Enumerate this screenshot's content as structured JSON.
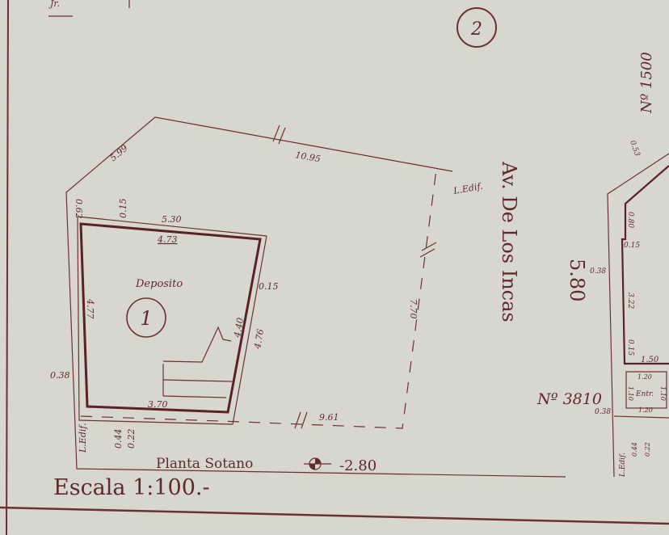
{
  "plan": {
    "corner_label_top_left": "Jr.",
    "circle_label_2": "2",
    "street_name": "Av. De Los Incas",
    "street_width": "5.80",
    "street_number": "Nº 3810",
    "neighbor_number": "Nº 1500",
    "room_name": "Deposito",
    "room_number": "1",
    "line_label": "L.Edif.",
    "plan_title": "Planta Sotano",
    "level": "-2.80",
    "scale": "Escala 1:100.-",
    "entrance_label": "Entr.",
    "dimensions": {
      "top_long": "10.95",
      "diag": "5.99",
      "left_short": "0.62",
      "wall_top": "0.15",
      "outer_top": "5.30",
      "inner_top": "4.73",
      "right_wall": "0.15",
      "inner_left": "4.77",
      "inner_right": "4.40",
      "outer_right": "4.76",
      "left_margin": "0.38",
      "inner_bottom": "3.70",
      "bottom_a": "0.44",
      "bottom_b": "0.22",
      "bottom_long": "9.61",
      "vertical_mid": "7.70",
      "r_053": "0.53",
      "r_080": "0.80",
      "r_015a": "0.15",
      "r_038a": "0.38",
      "r_322": "3.22",
      "r_015b": "0.15",
      "r_150": "1.50",
      "r_120a": "1.20",
      "r_110a": "1.10",
      "r_110b": "1.10",
      "r_120b": "1.20",
      "r_038b": "0.38",
      "r_044": "0.44",
      "r_022": "0.22"
    }
  }
}
